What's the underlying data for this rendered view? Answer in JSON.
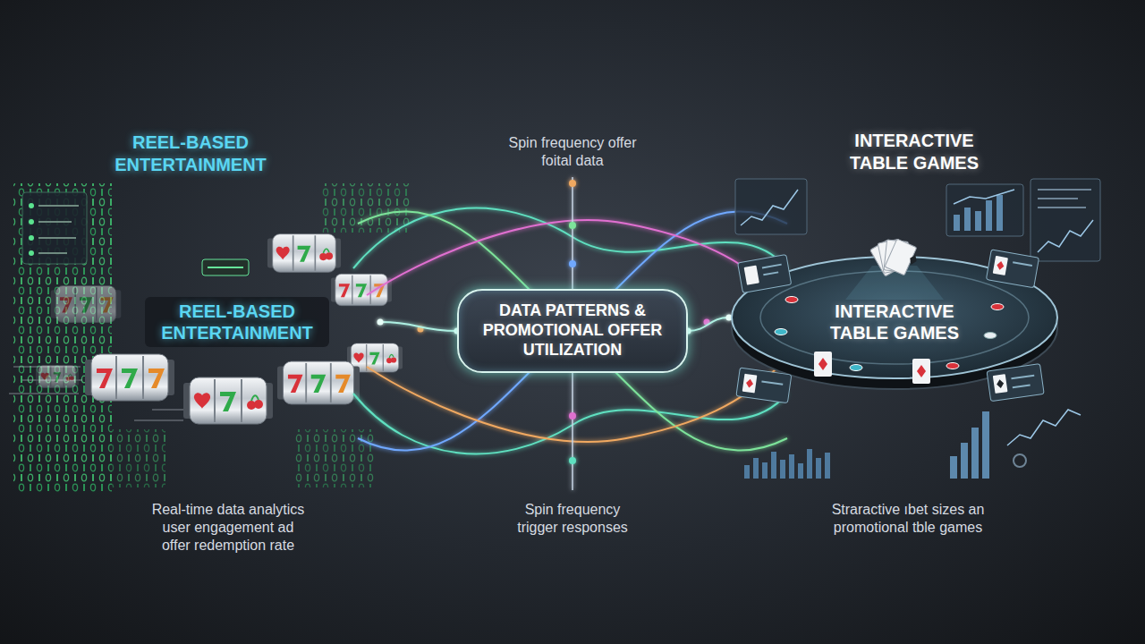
{
  "diagram": {
    "nodes": [
      {
        "text": [
          "REEL-BASED ENTERTAINMENT"
        ]
      },
      {
        "text": [
          "DATA PATTERNS & PROMOTIONAL OFFER UTILIZATION"
        ]
      },
      {
        "text": [
          "INTERACTIVE TABLE GAMES"
        ]
      }
    ],
    "edges": [
      {
        "from": 0,
        "to": 1,
        "arrow": "none"
      },
      {
        "from": 1,
        "to": 2,
        "arrow": "none"
      }
    ],
    "labels": [
      "REEL-BASED ENTERTAINMENT",
      "Spin frequency offer foital data",
      "INTERACTIVE TABLE GAMES",
      "Real-time data analytics user engagement ad offer redemption rate",
      "Spin frequency trigger responses",
      "Straractive ıbet sizes an promotional tble games"
    ]
  }
}
